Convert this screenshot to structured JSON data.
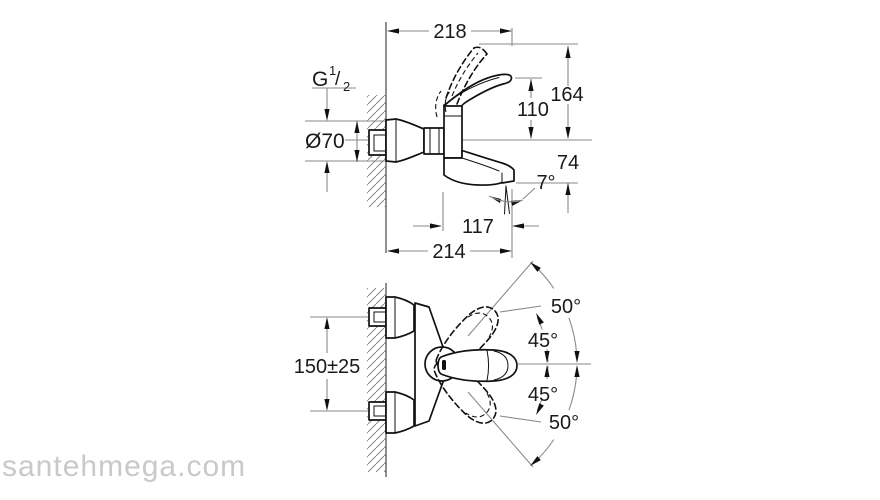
{
  "drawing": {
    "type": "faucet technical dimension drawing",
    "colors": {
      "line": "#111111",
      "dimension": "#8a8a8a",
      "watermark": "#c9c9c9",
      "background": "#ffffff"
    }
  },
  "side_view": {
    "dimensions": {
      "overall_width": "218",
      "thread": {
        "g": "G",
        "numerator": "1",
        "slash": "/",
        "denominator": "2"
      },
      "escutcheon_diameter": "Ø70",
      "lever_height": "110",
      "overall_height": "164",
      "spout_drop": "74",
      "aerator_angle": "7°",
      "spout_projection": "117",
      "overall_projection": "214"
    }
  },
  "plan_view": {
    "dimensions": {
      "connection_spacing": "150±25",
      "upper_outer_angle": "50°",
      "upper_inner_angle": "45°",
      "lower_inner_angle": "45°",
      "lower_outer_angle": "50°"
    }
  },
  "watermark": {
    "text": "santehmega.com"
  }
}
